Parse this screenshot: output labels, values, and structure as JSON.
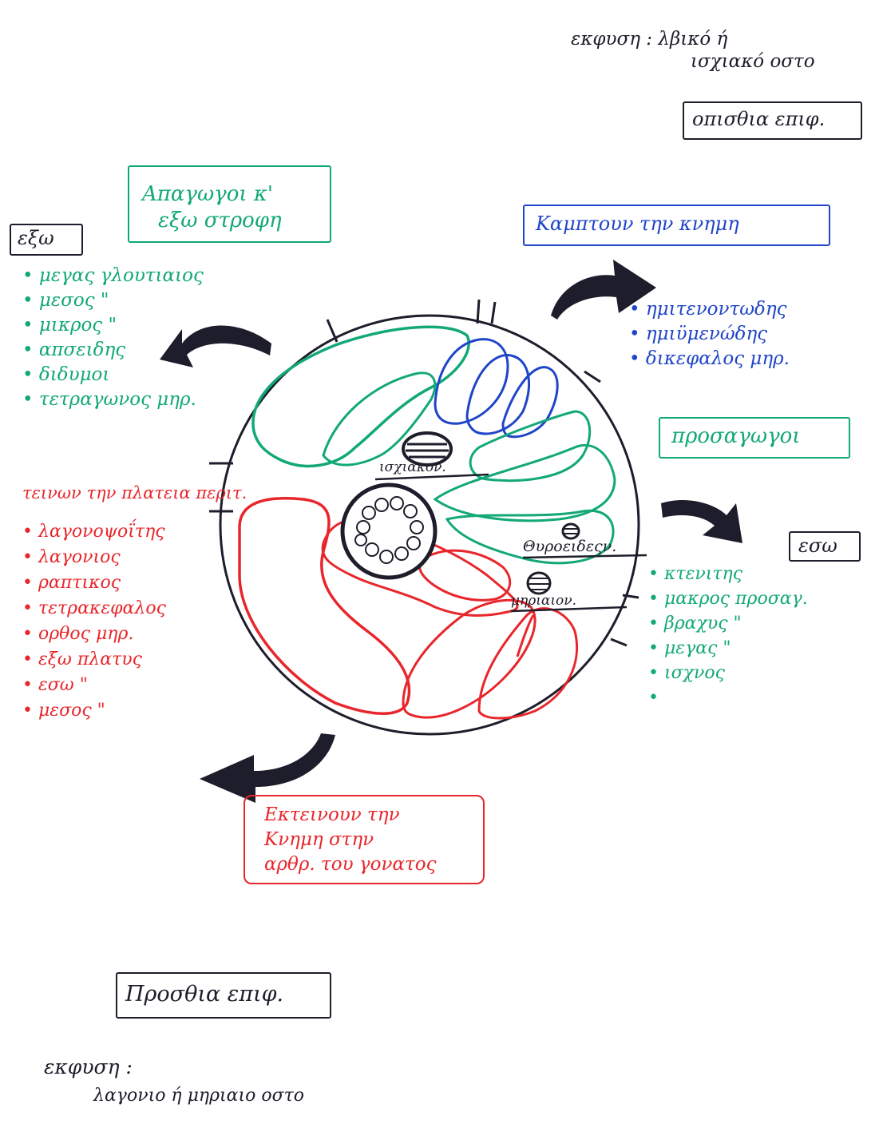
{
  "colors": {
    "ink": "#1d1d2b",
    "green": "#12a877",
    "blue": "#1f45c8",
    "red": "#e8262b"
  },
  "top_note": {
    "line1": "εκφυση : λβικό ή",
    "line2": "ισχιακό οστο"
  },
  "posterior_title": "οπισθια επιφ.",
  "anterior_title": "Προσθια επιφ.",
  "lateral": {
    "label": "εξω",
    "group_title": [
      "Απαγωγοι κ'",
      "εξω στροφη"
    ],
    "muscles": [
      "μεγας γλουτιαιος",
      "μεσος \"",
      "μικρος \"",
      "απσειδης",
      "διδυμοι",
      "τετραγωνος μηρ."
    ]
  },
  "flexors": {
    "group_title": "Καμπτουν την κνημη",
    "muscles": [
      "ημιτενοντωδης",
      "ημιϋμενώδης",
      "δικεφαλος μηρ."
    ]
  },
  "medial": {
    "group_title": "προσαγωγοι",
    "label": "εσω",
    "muscles": [
      "κτενιτης",
      "μακρος προσαγ.",
      "βραχυς \"",
      "μεγας \"",
      "ισχνος",
      ""
    ]
  },
  "extensors": {
    "tension_note": "τεινων την πλατεια περιτ.",
    "muscles": [
      "λαγονοψοΐτης",
      "λαγονιος",
      "ραπτικος",
      "τετρακεφαλος",
      "ορθος μηρ.",
      "εξω πλατυς",
      "εσω \"",
      "μεσος \""
    ],
    "group_title": [
      "Εκτεινουν την",
      "Κνημη στην",
      "αρθρ. του γονατος"
    ]
  },
  "nerves": {
    "sciatic": "ισχιακον.",
    "obturator": "Θυροειδεςν.",
    "femoral": "μηριαιον."
  },
  "bottom_note": {
    "line1": "εκφυση :",
    "line2": "λαγονιο ή μηριαιο οστο"
  }
}
